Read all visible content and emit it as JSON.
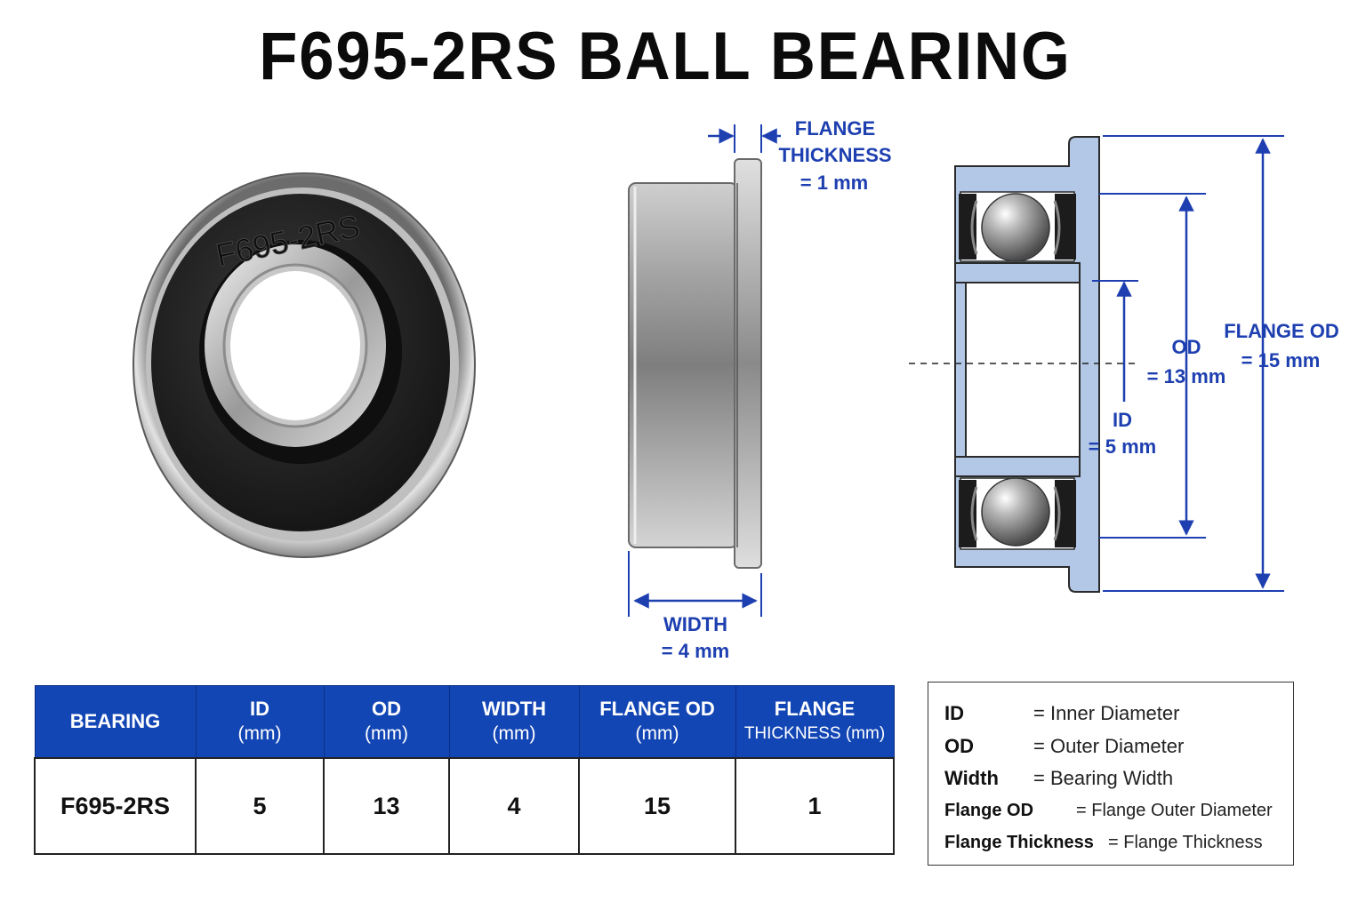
{
  "title": "F695-2RS BALL BEARING",
  "product_marking": "F695-2RS",
  "dimensions": {
    "flange_thickness": {
      "label_line1": "FLANGE",
      "label_line2": "THICKNESS",
      "value": "= 1 mm"
    },
    "width": {
      "label": "WIDTH",
      "value": "= 4 mm"
    },
    "id": {
      "label": "ID",
      "value": "= 5 mm"
    },
    "od": {
      "label": "OD",
      "value": "= 13 mm"
    },
    "flange_od": {
      "label": "FLANGE OD",
      "value": "= 15 mm"
    }
  },
  "table": {
    "headers": [
      {
        "name": "BEARING",
        "unit": ""
      },
      {
        "name": "ID",
        "unit": "(mm)"
      },
      {
        "name": "OD",
        "unit": "(mm)"
      },
      {
        "name": "WIDTH",
        "unit": "(mm)"
      },
      {
        "name": "FLANGE OD",
        "unit": "(mm)"
      },
      {
        "name": "FLANGE",
        "unit": "THICKNESS (mm)"
      }
    ],
    "rows": [
      [
        "F695-2RS",
        "5",
        "13",
        "4",
        "15",
        "1"
      ]
    ]
  },
  "legend": [
    {
      "term": "ID",
      "definition": "= Inner Diameter"
    },
    {
      "term": "OD",
      "definition": "= Outer Diameter"
    },
    {
      "term": "Width",
      "definition": "= Bearing Width"
    },
    {
      "term": "Flange OD",
      "definition": "= Flange Outer Diameter"
    },
    {
      "term": "Flange Thickness",
      "definition": "= Flange Thickness"
    }
  ],
  "colors": {
    "accent_blue": "#1d3fb0",
    "table_header_blue": "#1346b5",
    "section_fill": "#b3c8e6",
    "seal_black": "#1c1c1c"
  }
}
